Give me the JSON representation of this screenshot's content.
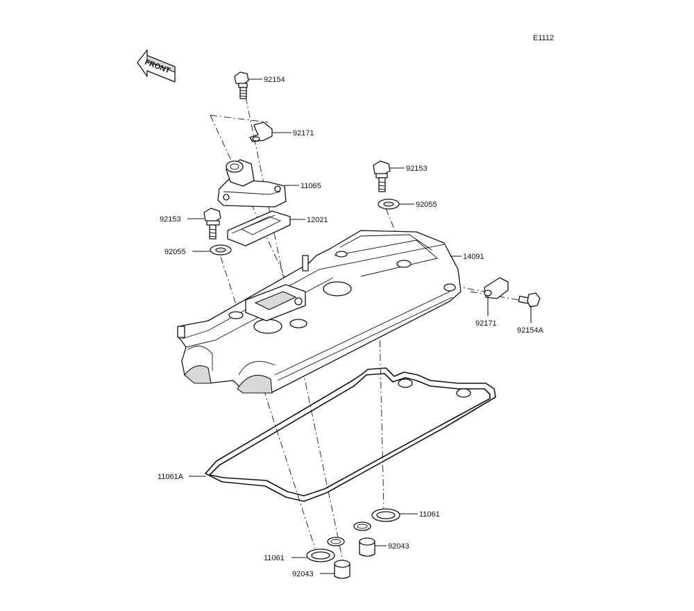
{
  "diagram_code": "E1112",
  "front_label": "FRONT",
  "callouts": {
    "c92154": "92154",
    "c92171_top": "92171",
    "c11065": "11065",
    "c92153_right": "92153",
    "c92055_right": "92055",
    "c92153_left": "92153",
    "c12021": "12021",
    "c92055_left": "92055",
    "c14091": "14091",
    "c92171_side": "92171",
    "c92154A": "92154A",
    "c11061A": "11061A",
    "c11061_right": "11061",
    "c92043_right": "92043",
    "c11061_left": "11061",
    "c92043_left": "92043"
  }
}
